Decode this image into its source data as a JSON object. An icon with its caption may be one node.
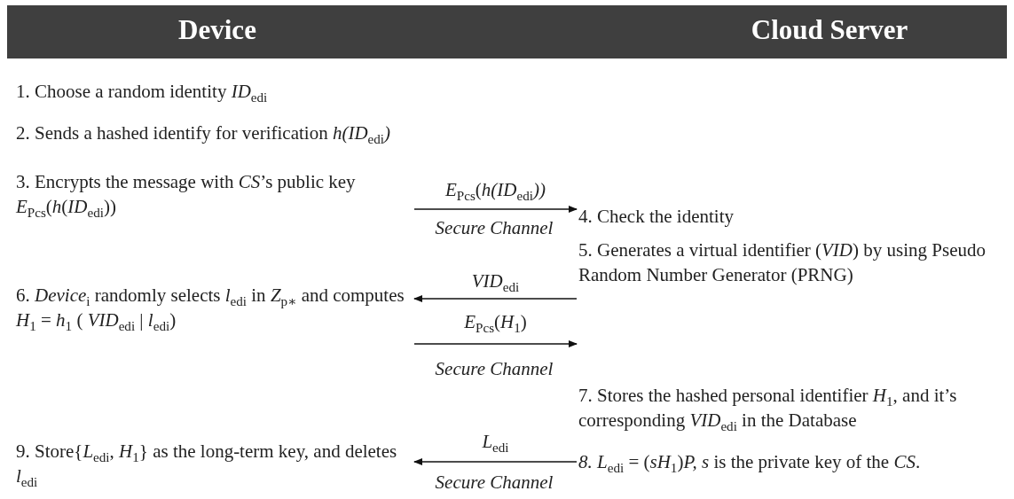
{
  "diagram": {
    "nodes": [
      {
        "text": [
          "1. Choose a random identity *ID*$_{edi}$"
        ]
      },
      {
        "text": [
          "2. Sends a hashed identify for verification *h(ID*$_{edi}$*)*"
        ]
      },
      {
        "text": [
          "3. Encrypts the message with *CS*’s public key *E*$_{Pcs}$(*h*(*ID*$_{edi}$))"
        ]
      },
      {
        "text": [
          "4. Check the identity"
        ]
      },
      {
        "text": [
          "5. Generates a virtual identifier (*VID*) by using Pseudo Random Number Generator (PRNG)"
        ]
      },
      {
        "text": [
          "6. *Device*$_{i}$ randomly selects *l*$_{edi}$ in *Z*$_{p∗}$ and computes *H*$_{1}$ = *h*$_{1}$ ( *VID*$_{edi}$ | *l*$_{edi}$)"
        ]
      },
      {
        "text": [
          "7. Stores the hashed personal identifier *H*$_{1}$, and it’s corresponding *VID*$_{edi}$ in the Database"
        ]
      },
      {
        "text": [
          "9. Store{*L*$_{edi}$, *H*$_{1}$} as the long-term key, and deletes *l*$_{edi}$"
        ]
      },
      {
        "text": [
          "*8. L*$_{edi}$ = (*sH*$_{1}$)*P, s* is the private key of the *CS*."
        ]
      }
    ],
    "edges": [
      {
        "from": 2,
        "to": 3,
        "arrow": "to",
        "label": "*E*$_{Pcs}$(*h(ID*$_{edi}$*))*"
      },
      {
        "from": 4,
        "to": 5,
        "arrow": "to",
        "label": "*VID*$_{edi}$"
      },
      {
        "from": 5,
        "to": 6,
        "arrow": "to",
        "label": "*E*$_{Pcs}$(*H*$_{1}$)"
      },
      {
        "from": 8,
        "to": 7,
        "arrow": "to",
        "label": "*L*$_{edi}$"
      }
    ],
    "labels": [
      "Device",
      "Cloud Server",
      "Secure Channel",
      "Secure Channel",
      "Secure Channel"
    ]
  }
}
